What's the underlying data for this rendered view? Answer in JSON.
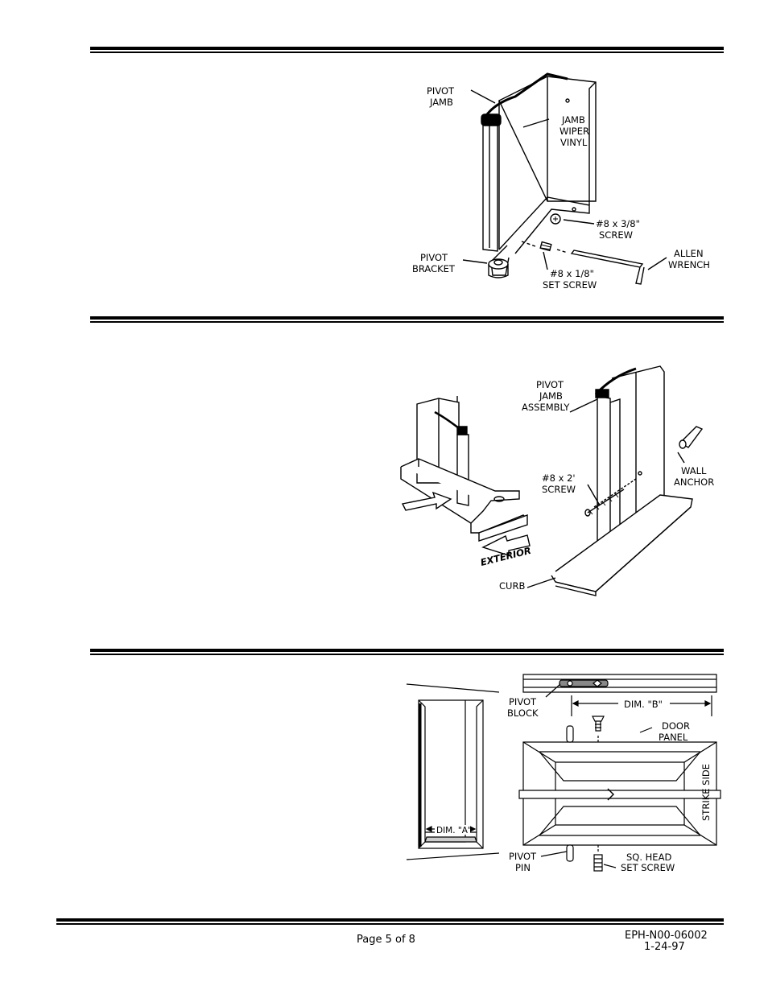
{
  "figure1": {
    "labels": {
      "pivot_jamb": [
        "PIVOT",
        "JAMB"
      ],
      "jamb_wiper_vinyl": [
        "JAMB",
        "WIPER",
        "VINYL"
      ],
      "screw_38": [
        "#8 x 3/8\"",
        "SCREW"
      ],
      "pivot_bracket": [
        "PIVOT",
        "BRACKET"
      ],
      "allen_wrench": [
        "ALLEN",
        "WRENCH"
      ],
      "set_screw": [
        "#8 x 1/8\"",
        "SET SCREW"
      ]
    }
  },
  "figure2": {
    "labels": {
      "pivot_jamb_assembly": [
        "PIVOT",
        "JAMB",
        "ASSEMBLY"
      ],
      "wall_anchor": [
        "WALL",
        "ANCHOR"
      ],
      "screw_2": [
        "#8 x 2'",
        "SCREW"
      ],
      "exterior": "EXTERIOR",
      "curb": "CURB"
    }
  },
  "figure3": {
    "labels": {
      "pivot_block": [
        "PIVOT",
        "BLOCK"
      ],
      "dim_b": "DIM. \"B\"",
      "door_panel": [
        "DOOR",
        "PANEL"
      ],
      "strike_side": "STRIKE SIDE",
      "dim_a": "DIM. \"A\"",
      "pivot_pin": [
        "PIVOT",
        "PIN"
      ],
      "sq_head_set_screw": [
        "SQ. HEAD",
        "SET SCREW"
      ]
    }
  },
  "footer": {
    "page": "Page 5 of 8",
    "doc_id": "EPH-N00-06002",
    "date": "1-24-97"
  }
}
